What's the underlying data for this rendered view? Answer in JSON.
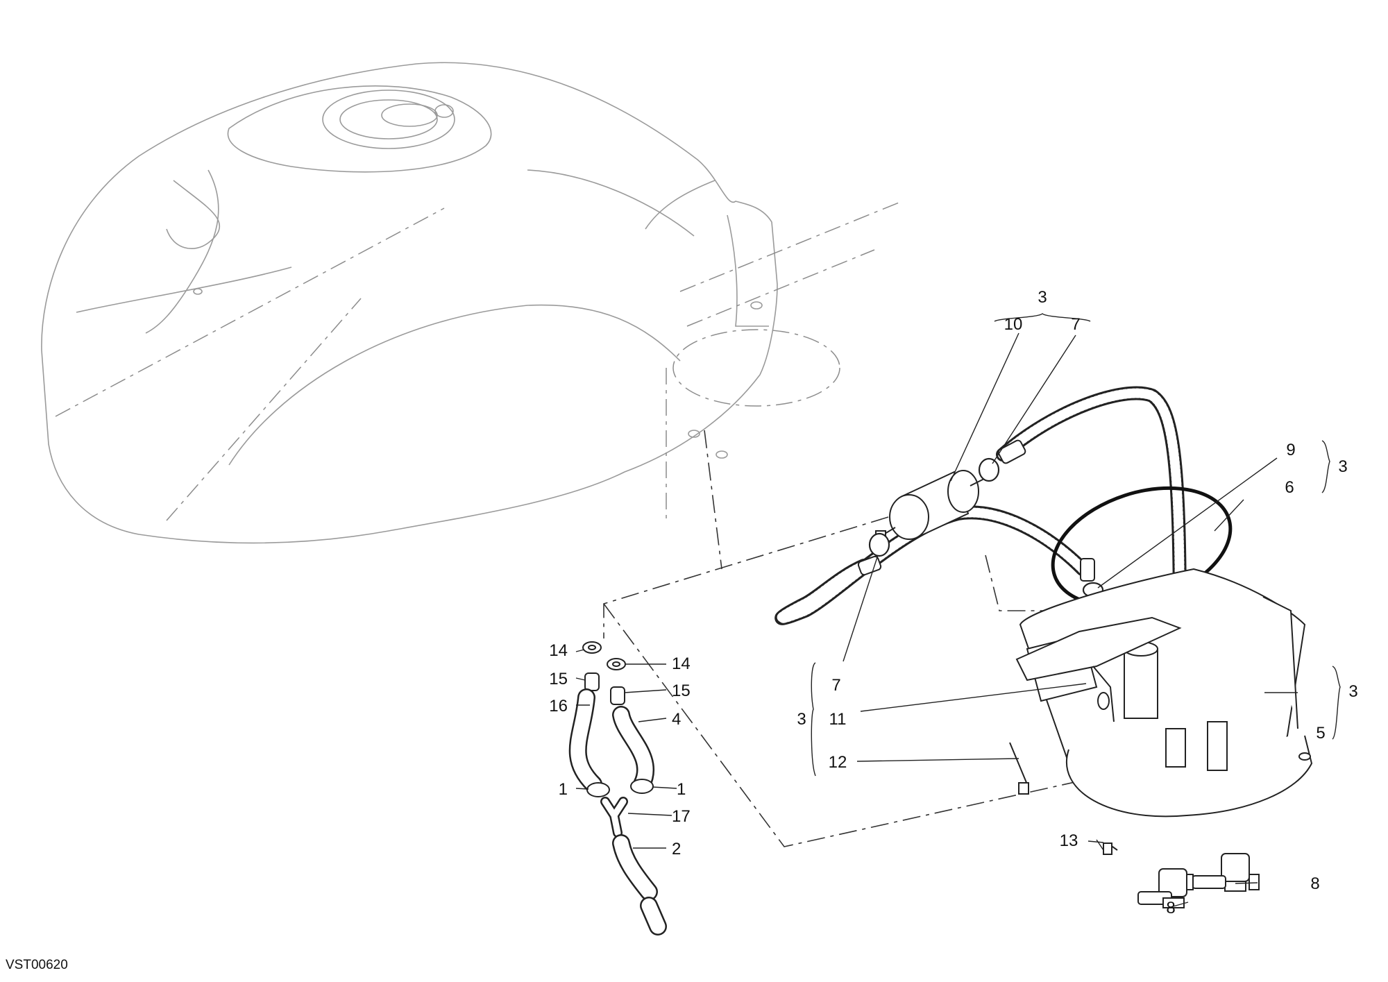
{
  "diagram": {
    "drawing_code": "VST00620",
    "callouts": {
      "c_3_top": "3",
      "c_10": "10",
      "c_7_top": "7",
      "c_9": "9",
      "c_6": "6",
      "c_3_r9": "3",
      "c_7_mid": "7",
      "c_3_left": "3",
      "c_11": "11",
      "c_12": "12",
      "c_3_right": "3",
      "c_5": "5",
      "c_13": "13",
      "c_8_right": "8",
      "c_8_left": "8",
      "c_14_left": "14",
      "c_15_left": "15",
      "c_16": "16",
      "c_14_right": "14",
      "c_15_right": "15",
      "c_4": "4",
      "c_1_left": "1",
      "c_1_right": "1",
      "c_17": "17",
      "c_2": "2"
    }
  }
}
